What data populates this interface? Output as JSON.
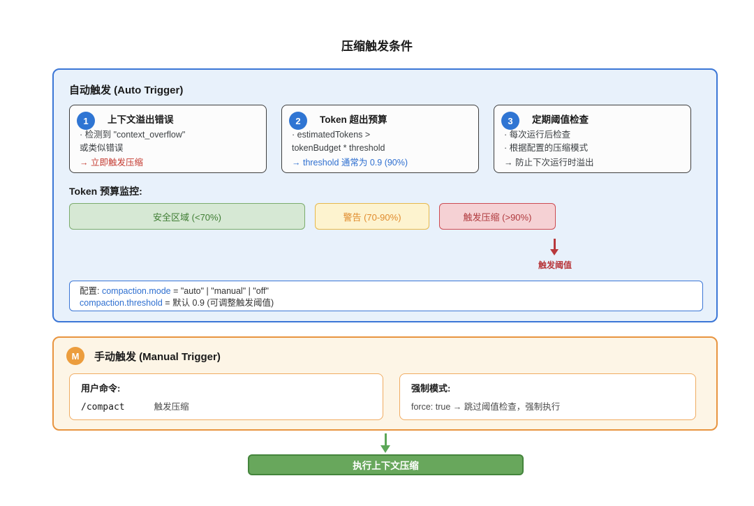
{
  "page": {
    "title": "压缩触发条件"
  },
  "auto": {
    "title": "自动触发 (Auto Trigger)",
    "cards": [
      {
        "num": "1",
        "title": "上下文溢出错误",
        "line1": "· 检测到 \"context_overflow\"",
        "line2": "或类似错误",
        "result": "→ 立即触发压缩"
      },
      {
        "num": "2",
        "title": "Token 超出预算",
        "line1": "· estimatedTokens >",
        "line2": "tokenBudget * threshold",
        "result": "→ threshold 通常为 0.9 (90%)"
      },
      {
        "num": "3",
        "title": "定期阈值检查",
        "line1": "· 每次运行后检查",
        "line2": "· 根据配置的压缩模式",
        "result": "→ 防止下次运行时溢出"
      }
    ],
    "monitor": {
      "label": "Token 预算监控:",
      "zones": [
        {
          "label": "安全区域 (<70%)"
        },
        {
          "label": "警告 (70-90%)"
        },
        {
          "label": "触发压缩 (>90%)"
        }
      ],
      "threshold_label": "触发阈值"
    },
    "config": {
      "line1_prefix": "配置: ",
      "line1_code": "compaction.mode",
      "line1_rest": " = \"auto\" | \"manual\" | \"off\"",
      "line2_code": "compaction.threshold",
      "line2_rest": " = 默认 0.9 (可调整触发阈值)"
    }
  },
  "manual": {
    "badge": "M",
    "title": "手动触发 (Manual Trigger)",
    "card1": {
      "title": "用户命令:",
      "command": "/compact",
      "desc": "触发压缩"
    },
    "card2": {
      "title": "强制模式:",
      "desc": "force: true → 跳过阈值检查，强制执行"
    }
  },
  "action": {
    "label": "执行上下文压缩"
  },
  "colors": {
    "auto_border": "#3b76d6",
    "auto_bg": "#e8f1fb",
    "number_circle": "#2f75d3",
    "accent_blue": "#2e6fd0",
    "accent_red": "#c43a30",
    "safe_bg": "#d6e8d4",
    "safe_border": "#7bab6c",
    "safe_text": "#3f7d33",
    "warn_bg": "#fdf3cf",
    "warn_border": "#e6b84c",
    "warn_text": "#e08b2d",
    "danger_bg": "#f5d1d4",
    "danger_border": "#cc4b52",
    "danger_text": "#b03a3e",
    "threshold_arrow": "#b8383c",
    "manual_border": "#e8943f",
    "manual_bg": "#fdf5e6",
    "manual_badge": "#ec9d3d",
    "exec_bg": "#68a75c",
    "exec_border": "#44853c",
    "flow_arrow": "#5ca758"
  }
}
